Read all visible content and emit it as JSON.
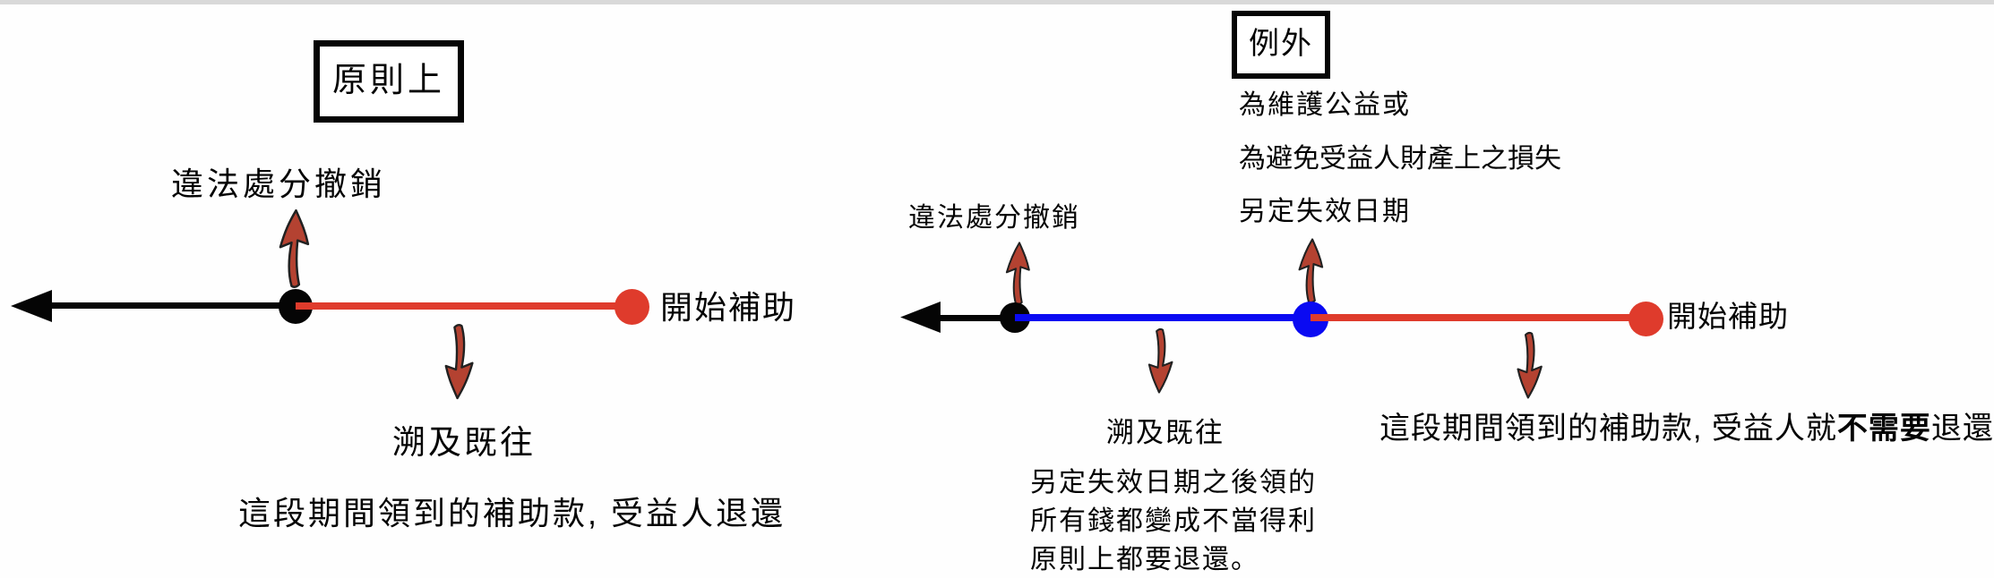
{
  "left_diagram": {
    "box_label": "原則上",
    "revoke_label": "違法處分撤銷",
    "start_label": "開始補助",
    "retro_label": "溯及既往",
    "bottom_text": "這段期間領到的補助款, 受益人退還"
  },
  "right_diagram": {
    "box_label": "例外",
    "condition_line1": "為維護公益或",
    "condition_line2": "為避免受益人財產上之損失",
    "condition_line3": "另定失效日期",
    "revoke_label": "違法處分撤銷",
    "start_label": "開始補助",
    "retro_label": "溯及既往",
    "retro_note_line1": "另定失效日期之後領的",
    "retro_note_line2": "所有錢都變成不當得利",
    "retro_note_line3": "原則上都要退還。",
    "no_return_prefix": "這段期間領到的補助款, 受益人就",
    "no_return_bold": "不需要",
    "no_return_suffix": "退還"
  },
  "icons": {
    "up_arrow": "curved-up-arrow",
    "down_arrow": "curved-down-arrow",
    "left_arrowhead": "left-arrowhead"
  },
  "colors": {
    "timeline_red": "#df3b2c",
    "timeline_blue": "#0a0af2",
    "timeline_black": "#000000",
    "arrow_fill": "#b44231",
    "arrow_outline": "#212121"
  }
}
